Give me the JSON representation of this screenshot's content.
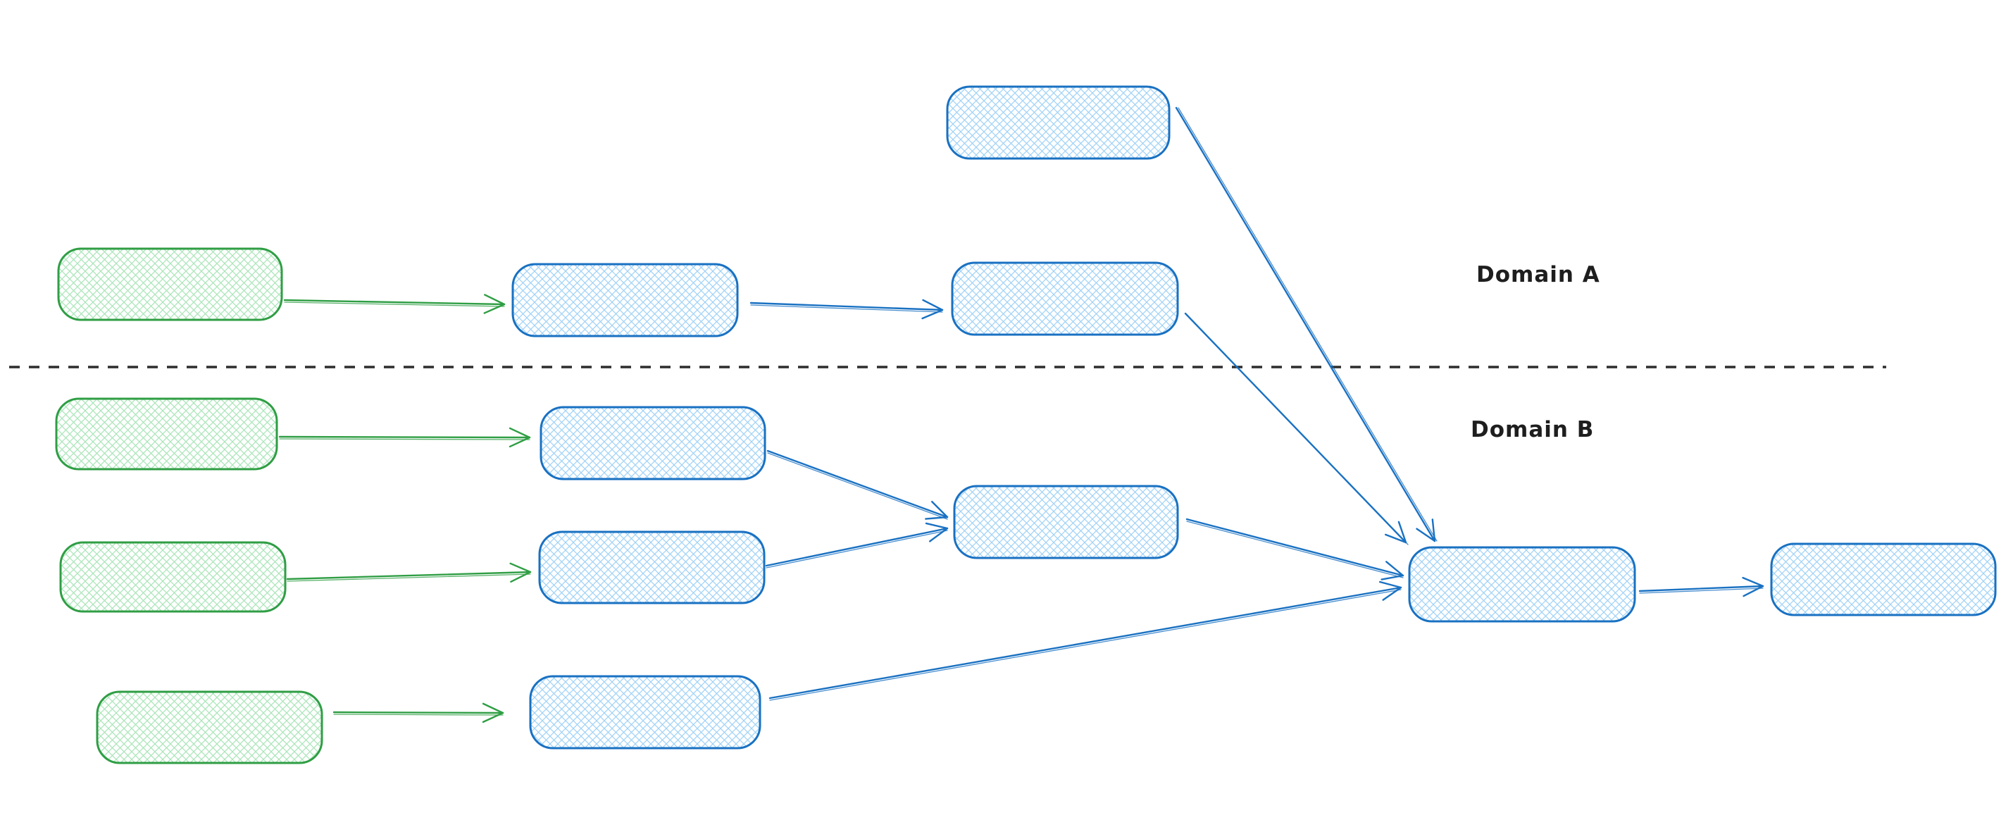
{
  "diagram": {
    "type": "flow-diagram",
    "style": "hand-drawn whiteboard (excalidraw-like), cross-hatched rounded rectangles, no text inside nodes",
    "labels": {
      "domain_a": "Domain A",
      "domain_b": "Domain B"
    },
    "colors": {
      "green_stroke": "#2f9e44",
      "green_fill": "#a9e5b8",
      "blue_stroke": "#1971c2",
      "blue_fill": "#9fd1f7",
      "divider": "#2d2d2d",
      "label_text": "#1e1e1e",
      "background": "#ffffff"
    },
    "divider": {
      "style": "dashed",
      "orientation": "horizontal",
      "separates": [
        "Domain A (above)",
        "Domain B (below)"
      ]
    },
    "nodes": [
      {
        "id": "a-top-source",
        "domain": "Domain A",
        "color": "blue",
        "label": "",
        "note": "floating top box, feeds hub directly"
      },
      {
        "id": "a-green-source",
        "domain": "Domain A",
        "color": "green",
        "label": ""
      },
      {
        "id": "a-step-1",
        "domain": "Domain A",
        "color": "blue",
        "label": ""
      },
      {
        "id": "a-step-2",
        "domain": "Domain A",
        "color": "blue",
        "label": ""
      },
      {
        "id": "b-green-source-1",
        "domain": "Domain B",
        "color": "green",
        "label": ""
      },
      {
        "id": "b-step-1",
        "domain": "Domain B",
        "color": "blue",
        "label": ""
      },
      {
        "id": "b-green-source-2",
        "domain": "Domain B",
        "color": "green",
        "label": ""
      },
      {
        "id": "b-step-2",
        "domain": "Domain B",
        "color": "blue",
        "label": ""
      },
      {
        "id": "b-merge",
        "domain": "Domain B",
        "color": "blue",
        "label": "",
        "note": "merge of b-step-1 and b-step-2"
      },
      {
        "id": "b-green-source-3",
        "domain": "Domain B",
        "color": "green",
        "label": ""
      },
      {
        "id": "b-step-3",
        "domain": "Domain B",
        "color": "blue",
        "label": ""
      },
      {
        "id": "hub",
        "domain": "Domain B",
        "color": "blue",
        "label": "",
        "note": "receives 4 arrows: a-top-source, a-step-2, b-merge, b-step-3"
      },
      {
        "id": "output",
        "domain": "Domain B",
        "color": "blue",
        "label": "",
        "note": "far right terminal box"
      }
    ],
    "edges": [
      {
        "from": "a-green-source",
        "to": "a-step-1",
        "color": "green"
      },
      {
        "from": "a-step-1",
        "to": "a-step-2",
        "color": "blue"
      },
      {
        "from": "a-top-source",
        "to": "hub",
        "color": "blue"
      },
      {
        "from": "a-step-2",
        "to": "hub",
        "color": "blue"
      },
      {
        "from": "b-green-source-1",
        "to": "b-step-1",
        "color": "green"
      },
      {
        "from": "b-green-source-2",
        "to": "b-step-2",
        "color": "green"
      },
      {
        "from": "b-green-source-3",
        "to": "b-step-3",
        "color": "green"
      },
      {
        "from": "b-step-1",
        "to": "b-merge",
        "color": "blue"
      },
      {
        "from": "b-step-2",
        "to": "b-merge",
        "color": "blue"
      },
      {
        "from": "b-merge",
        "to": "hub",
        "color": "blue"
      },
      {
        "from": "b-step-3",
        "to": "hub",
        "color": "blue"
      },
      {
        "from": "hub",
        "to": "output",
        "color": "blue"
      }
    ]
  }
}
